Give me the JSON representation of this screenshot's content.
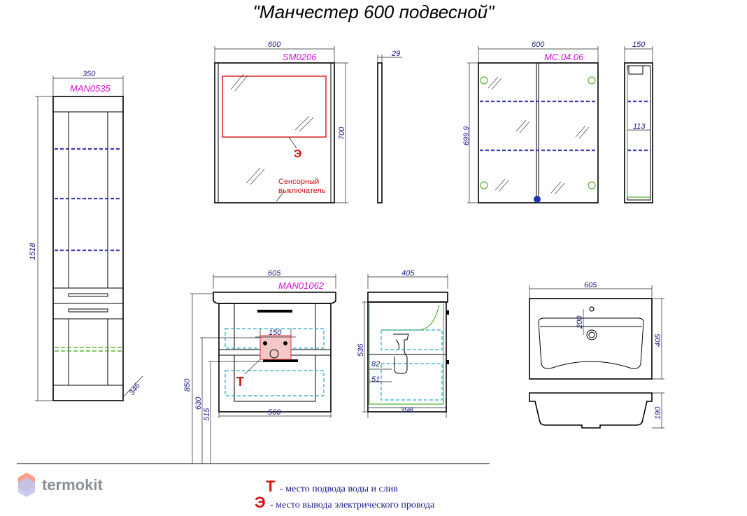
{
  "title": "\"Манчестер 600 подвесной\"",
  "cabinet_tall": {
    "code": "MAN0535",
    "width": "350",
    "height": "1518",
    "depth": "346"
  },
  "mirror": {
    "code": "SM0206",
    "width": "600",
    "height": "700",
    "depth": "29",
    "switch_label_line1": "Сенсорный",
    "switch_label_line2": "выключатель",
    "outlet_symbol": "Э"
  },
  "mirror_cabinet": {
    "code": "MC.04.06",
    "width": "600",
    "height": "699.9",
    "depth": "150",
    "shelf_depth": "113"
  },
  "vanity": {
    "code": "MAN01062",
    "width": "605",
    "inner_width": "560",
    "outlet_width": "150",
    "height_850": "850",
    "height_630": "630",
    "height_515": "515",
    "water_symbol": "Т"
  },
  "vanity_side": {
    "depth": "405",
    "height": "536",
    "inner_depth": "398",
    "dim_82": "82",
    "dim_51": "51"
  },
  "basin": {
    "width": "605",
    "depth": "405",
    "tap_offset": "200",
    "height": "190"
  },
  "legend": [
    {
      "symbol": "Т",
      "text": "- место подвода воды и слив"
    },
    {
      "symbol": "Э",
      "text": "- место вывода электрического провода"
    }
  ],
  "logo": {
    "text": "termokit"
  },
  "colors": {
    "dimension": "#1a1a8c",
    "code": "#d412d4",
    "shelf": "#3a3ab8",
    "connection": "#58b330",
    "outlet": "#e03030"
  }
}
